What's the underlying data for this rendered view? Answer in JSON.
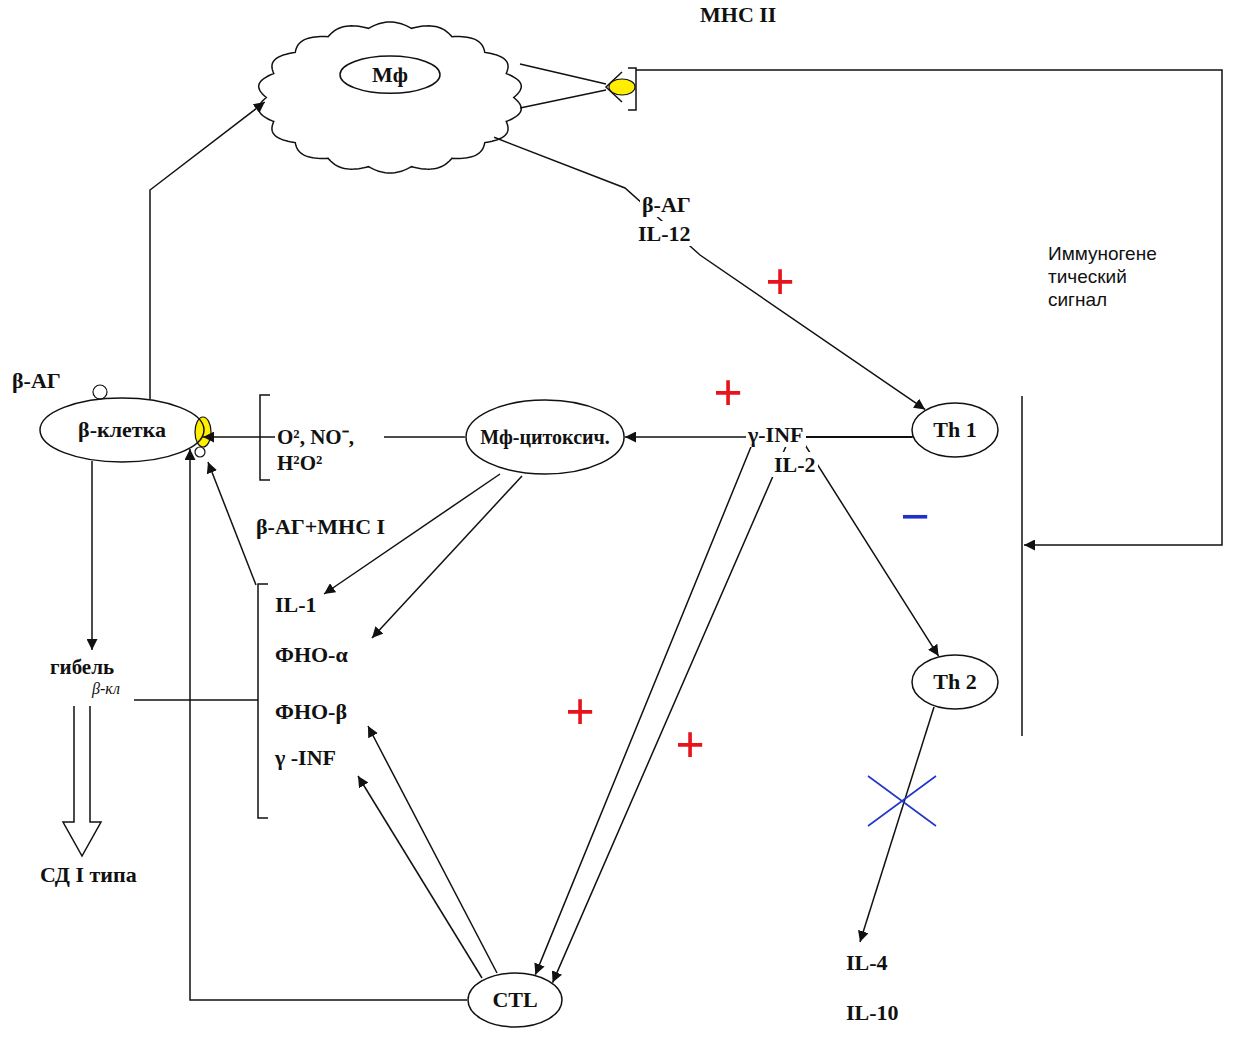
{
  "diagram": {
    "nodes": [
      {
        "text": [
          "Мф"
        ]
      },
      {
        "text": [
          "β-клетка"
        ]
      },
      {
        "text": [
          "Мф-цитоксич."
        ]
      },
      {
        "text": [
          "Th 1"
        ]
      },
      {
        "text": [
          "Th 2"
        ]
      },
      {
        "text": [
          "CTL"
        ]
      }
    ],
    "edges": [
      {
        "from": 1,
        "to": 0,
        "arrow": "to"
      },
      {
        "from": 0,
        "to": 3,
        "arrow": "to"
      },
      {
        "from": 0,
        "to": 4,
        "arrow": "to"
      },
      {
        "from": 3,
        "to": 2,
        "arrow": "to"
      },
      {
        "from": 2,
        "to": 1,
        "arrow": "to"
      },
      {
        "from": 3,
        "to": 5,
        "arrow": "to"
      },
      {
        "from": 3,
        "to": 5,
        "arrow": "to"
      },
      {
        "from": 3,
        "to": 4,
        "arrow": "to"
      },
      {
        "from": 5,
        "to": 1,
        "arrow": "to"
      }
    ],
    "labels": [
      "MHC II",
      "β-АГ",
      "IL-12",
      "Иммуногене тический сигнал",
      "+",
      "β-АГ",
      "+",
      "O², NO⁻, H²O²",
      "γ-INF",
      "IL-2",
      "−",
      "β-АГ+MHC I",
      "IL-1",
      "ФНО-α",
      "+",
      "+",
      "ФНО-β",
      "γ -INF",
      "гибель",
      "β-кл",
      "СД I типа",
      "IL-4",
      "IL-10"
    ]
  }
}
